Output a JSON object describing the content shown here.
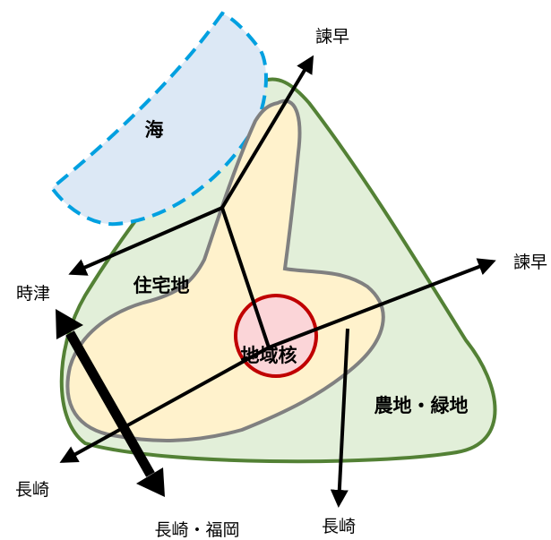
{
  "labels": {
    "sea": "海",
    "residential": "住宅地",
    "core": "地域核",
    "farmland": "農地・緑地"
  },
  "destinations": {
    "isahaya_top": "諫早",
    "isahaya_right": "諫早",
    "tokitsu": "時津",
    "nagasaki_left": "長崎",
    "nagasaki_bottom": "長崎",
    "nagasaki_fukuoka": "長崎・福岡"
  },
  "colors": {
    "sea_fill": "#dce8f5",
    "sea_border": "#00a0e0",
    "green_fill": "#e2efd9",
    "green_border": "#538135",
    "residential_fill": "#fff2cc",
    "residential_border": "#808080",
    "core_fill": "#fbd5d8",
    "core_border": "#c00000",
    "arrow": "#000000"
  }
}
